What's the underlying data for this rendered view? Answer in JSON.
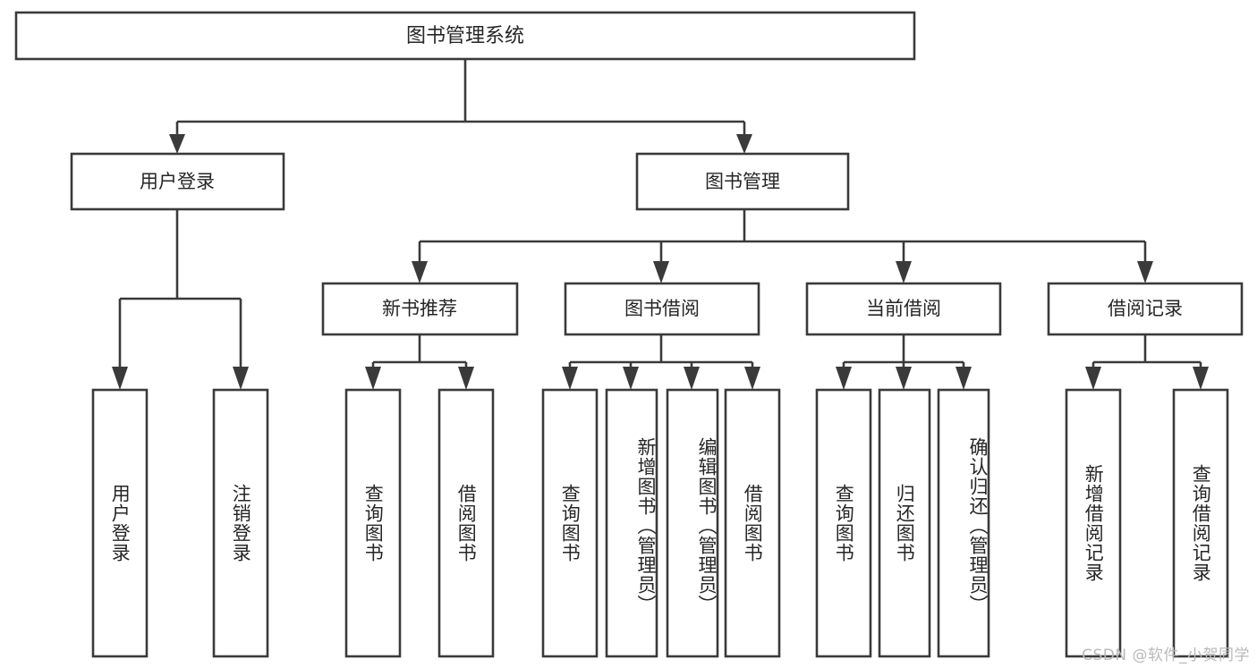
{
  "diagram": {
    "type": "tree",
    "orientation": "top-down",
    "title": "图书管理系统",
    "colors": {
      "stroke": "#3a3a3a",
      "box_fill": "#ffffff",
      "text": "#262626",
      "background": "#ffffff",
      "watermark": "#b9b9b9"
    },
    "root": {
      "label": "图书管理系统"
    },
    "level2": [
      {
        "label": "用户登录"
      },
      {
        "label": "图书管理"
      }
    ],
    "level3": [
      {
        "label": "新书推荐"
      },
      {
        "label": "图书借阅"
      },
      {
        "label": "当前借阅"
      },
      {
        "label": "借阅记录"
      }
    ],
    "leaves": {
      "user_login": [
        {
          "label": "用户登录"
        },
        {
          "label": "注销登录"
        }
      ],
      "new_book_recommend": [
        {
          "label": "查询图书"
        },
        {
          "label": "借阅图书"
        }
      ],
      "book_borrow": [
        {
          "label": "查询图书"
        },
        {
          "label": "新增图书（管理员）"
        },
        {
          "label": "编辑图书（管理员）"
        },
        {
          "label": "借阅图书"
        }
      ],
      "current_borrow": [
        {
          "label": "查询图书"
        },
        {
          "label": "归还图书"
        },
        {
          "label": "确认归还（管理员）"
        }
      ],
      "borrow_record": [
        {
          "label": "新增借阅记录"
        },
        {
          "label": "查询借阅记录"
        }
      ]
    }
  },
  "watermark": {
    "text": "CSDN @软件_小贺同学"
  }
}
